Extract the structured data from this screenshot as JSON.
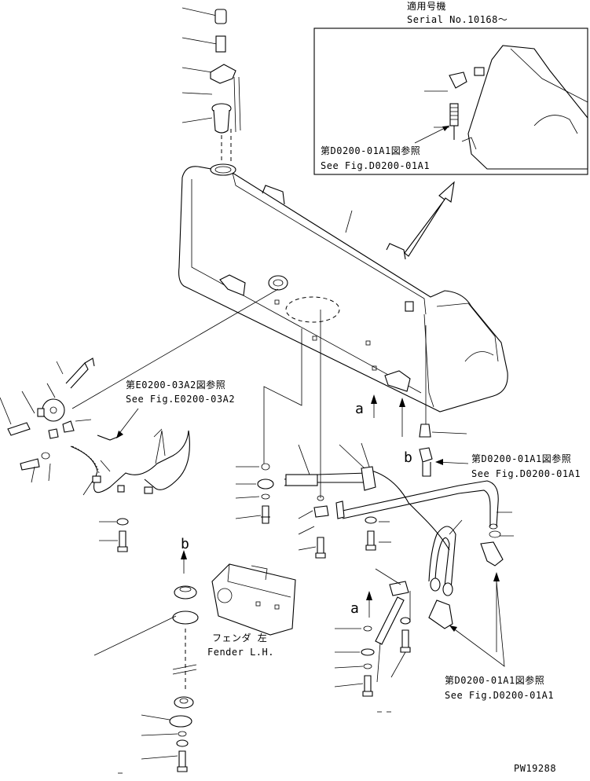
{
  "inset": {
    "applicable_label": "適用号機",
    "serial_label": "Serial No.10168～",
    "ref_jp": "第D0200-01A1図参照",
    "ref_en": "See Fig.D0200-01A1"
  },
  "refs": {
    "wiring_jp": "第E0200-03A2図参照",
    "wiring_en": "See Fig.E0200-03A2",
    "drain_jp": "第D0200-01A1図参照",
    "drain_en": "See Fig.D0200-01A1",
    "pipe_jp": "第D0200-01A1図参照",
    "pipe_en": "See Fig.D0200-01A1"
  },
  "fender": {
    "label_jp": "フェンダ 左",
    "label_en": "Fender L.H."
  },
  "view_markers": {
    "a_upper": "a",
    "a_lower": "a",
    "b_upper": "b",
    "b_lower": "b"
  },
  "drawing_code": "PW19288"
}
